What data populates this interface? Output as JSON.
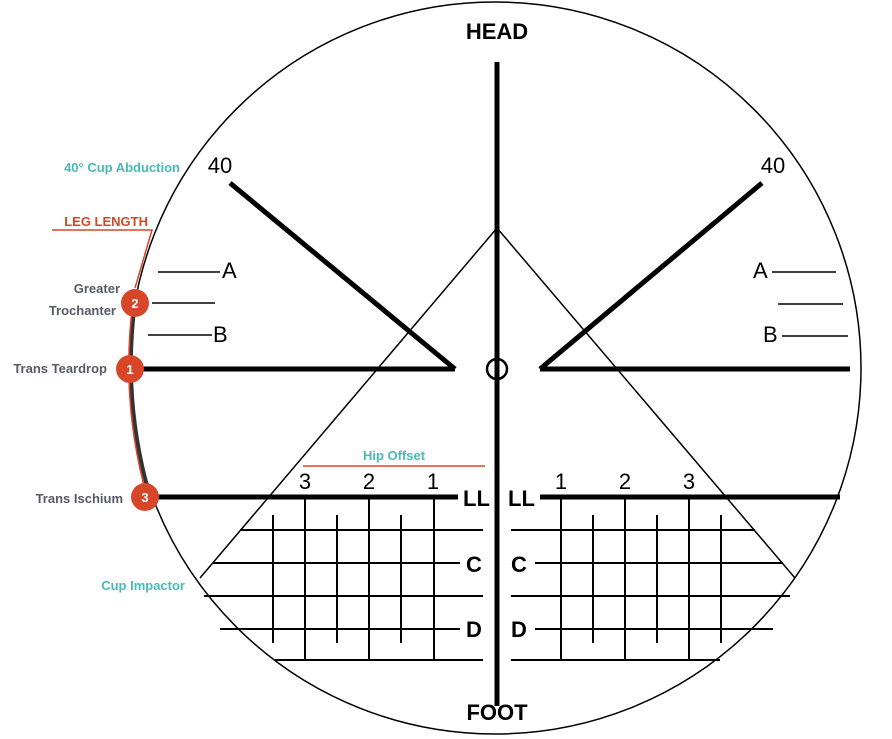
{
  "orientation": {
    "top": "HEAD",
    "bottom": "FOOT"
  },
  "angle_labels": {
    "left": "40",
    "right": "40"
  },
  "side_labels": {
    "cup_abduction": "40° Cup Abduction",
    "leg_length": "LEG LENGTH",
    "greater_trochanter_1": "Greater",
    "greater_trochanter_2": "Trochanter",
    "trans_teardrop": "Trans Teardrop",
    "trans_ischium": "Trans Ischium",
    "cup_impactor": "Cup Impactor"
  },
  "landmarks": [
    {
      "number": "1",
      "label": "Trans Teardrop"
    },
    {
      "number": "2",
      "label": "Greater Trochanter"
    },
    {
      "number": "3",
      "label": "Trans Ischium"
    }
  ],
  "marks": {
    "a": "A",
    "b": "B",
    "ll": "LL",
    "c": "C",
    "d": "D"
  },
  "hip_offset": {
    "title": "Hip Offset",
    "left_ticks": [
      "3",
      "2",
      "1"
    ],
    "right_ticks": [
      "1",
      "2",
      "3"
    ]
  },
  "colors": {
    "accent_red": "#d8462a",
    "accent_teal": "#4bb8b8"
  }
}
